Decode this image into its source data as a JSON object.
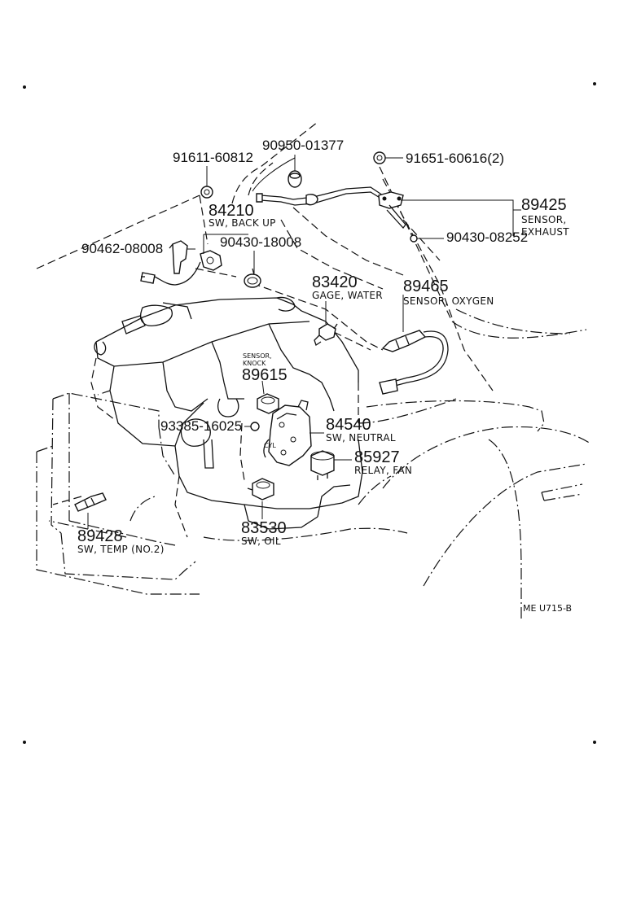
{
  "parts": {
    "p90950": {
      "number": "90950-01377"
    },
    "p91611": {
      "number": "91611-60812"
    },
    "p91651": {
      "number": "91651-60616(2)"
    },
    "p84210": {
      "number": "84210",
      "desc": "SW, BACK UP"
    },
    "p89425": {
      "number": "89425",
      "desc1": "SENSOR,",
      "desc2": "EXHAUST"
    },
    "p90462": {
      "number": "90462-08008"
    },
    "p90430a": {
      "number": "90430-18008"
    },
    "p90430b": {
      "number": "90430-08252"
    },
    "p83420": {
      "number": "83420",
      "desc": "GAGE, WATER"
    },
    "p89465": {
      "number": "89465",
      "desc": "SENSOR, OXYGEN"
    },
    "p89615": {
      "number": "89615",
      "desc1": "SENSOR,",
      "desc2": "KNOCK"
    },
    "p93385": {
      "number": "93385-16025"
    },
    "p84540": {
      "number": "84540",
      "desc": "SW, NEUTRAL"
    },
    "p85927": {
      "number": "85927",
      "desc": "RELAY, FAN"
    },
    "p83530": {
      "number": "83530",
      "desc": "SW, OIL"
    },
    "p89428": {
      "number": "89428",
      "desc": "SW, TEMP (NO.2)"
    }
  },
  "callout": {
    "text": "CYL"
  },
  "drawing_code": "ME U715-B"
}
